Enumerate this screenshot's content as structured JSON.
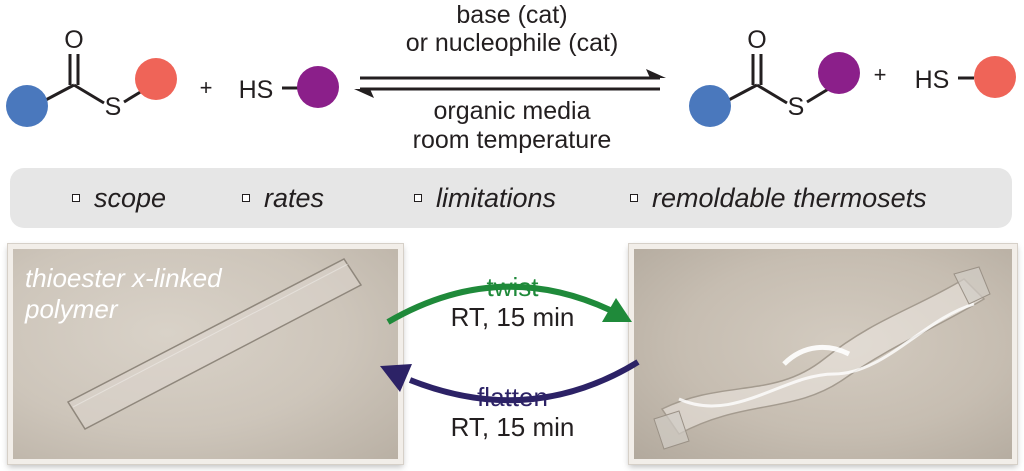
{
  "colors": {
    "blue": "#4a78bd",
    "red": "#ef6458",
    "purple": "#8b1f8a",
    "green": "#1f8a3a",
    "navy": "#2c2266"
  },
  "reaction": {
    "carbonyl_o": "O",
    "sulfur": "S",
    "plus": "+",
    "thiol": "HS",
    "conditions_above": [
      "base (cat)",
      "or nucleophile (cat)"
    ],
    "conditions_below": [
      "organic media",
      "room temperature"
    ]
  },
  "features": [
    "scope",
    "rates",
    "limitations",
    "remoldable thermosets"
  ],
  "photo_left_label": [
    "thioester x-linked",
    "polymer"
  ],
  "arrows": {
    "top": {
      "label": "twist",
      "sub": "RT, 15 min"
    },
    "bottom": {
      "label": "flatten",
      "sub": "RT, 15 min"
    }
  }
}
